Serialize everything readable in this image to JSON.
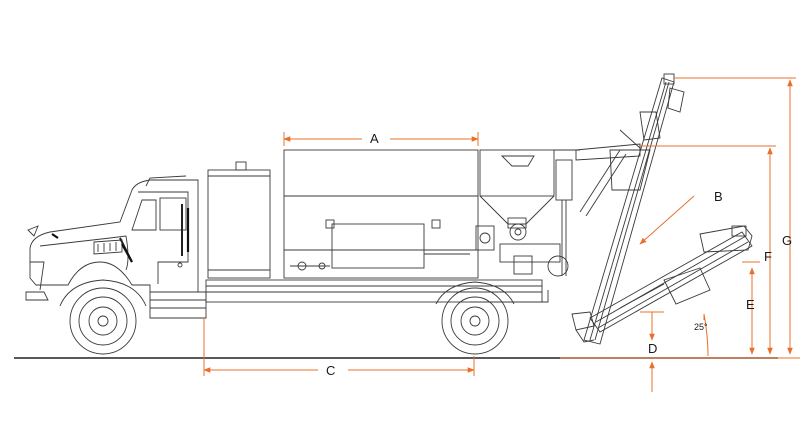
{
  "dimensions": {
    "a": "A",
    "b": "B",
    "c": "C",
    "d": "D",
    "e": "E",
    "f": "F",
    "g": "G"
  },
  "angle": "25°",
  "colors": {
    "line": "#3a3a3a",
    "dimension": "#e8702a",
    "ground": "#222222"
  }
}
